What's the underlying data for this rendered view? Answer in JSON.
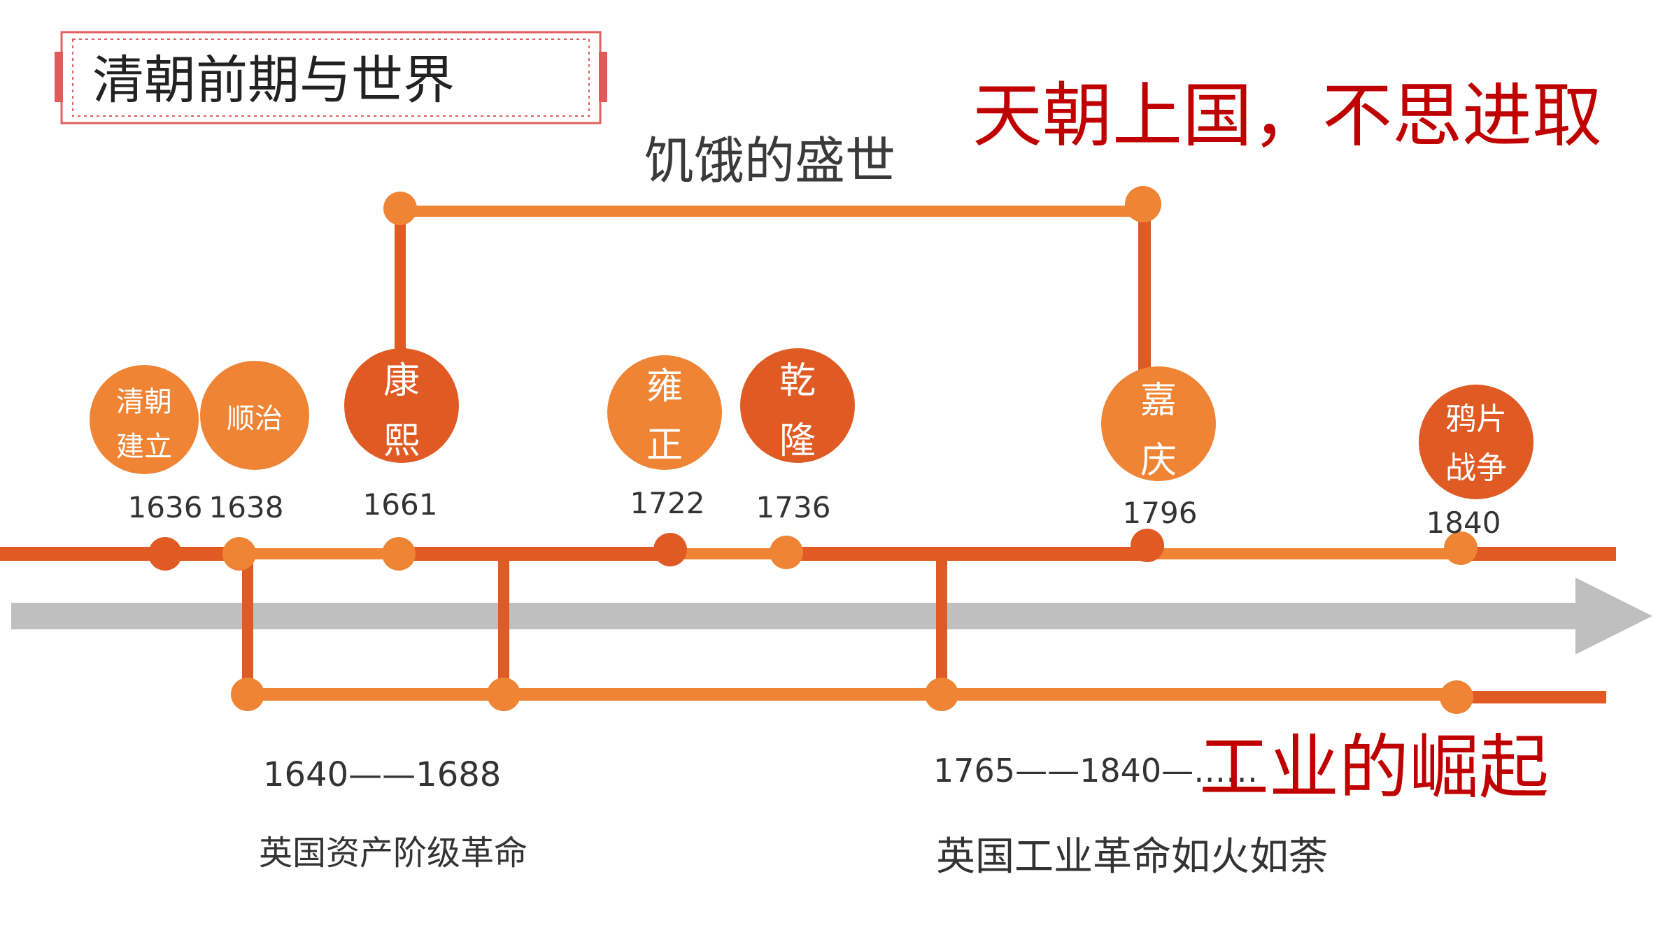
{
  "header": {
    "title": "清朝前期与世界"
  },
  "annotations": {
    "tianchao": "天朝上国，不思进取",
    "jie": "饥饿的盛世",
    "industrial": "工业的崛起"
  },
  "upper_events": [
    {
      "l1": "清朝",
      "l2": "建立",
      "year": "1636"
    },
    {
      "l1": "顺治",
      "l2": "",
      "year": "1638"
    },
    {
      "l1": "康",
      "l2": "熙",
      "year": "1661"
    },
    {
      "l1": "雍",
      "l2": "正",
      "year": "1722"
    },
    {
      "l1": "乾",
      "l2": "隆",
      "year": "1736"
    },
    {
      "l1": "嘉",
      "l2": "庆",
      "year": "1796"
    },
    {
      "l1": "鸦片",
      "l2": "战争",
      "year": "1840"
    }
  ],
  "lower_events": [
    {
      "range": "1640——1688",
      "name": "英国资产阶级革命"
    },
    {
      "range": "1765——1840—……",
      "name": "英国工业革命如火如荼"
    }
  ],
  "colors": {
    "dark_orange": "#E05A24",
    "light_orange": "#EE8434",
    "gray_arrow": "#BFBFBF",
    "red_text": "#C00000",
    "frame_red": "#E06060",
    "text": "#333333"
  }
}
